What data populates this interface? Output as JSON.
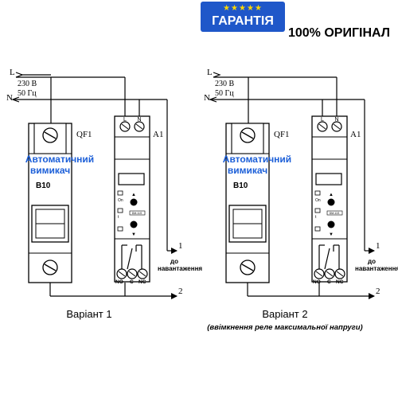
{
  "badge": {
    "stars": "★★★★★",
    "warranty": "ГАРАНТІЯ",
    "original": "100% ОРИГІНАЛ"
  },
  "colors": {
    "badge_blue": "#1f57c9",
    "star_yellow": "#ffd800",
    "breaker_text_blue": "#1c5fd8",
    "line": "#000000"
  },
  "variants": [
    {
      "line_L": "L",
      "line_N": "N",
      "voltage": "230 В",
      "frequency": "50 Гц",
      "breaker_ref": "QF1",
      "breaker_type_1": "Автоматичний",
      "breaker_type_2": "вимикач",
      "breaker_rating": "B10",
      "relay_ref": "A1",
      "relay_top_L": "L",
      "relay_top_N": "N",
      "relay_on": "On",
      "relay_t": "t",
      "relay_model": "DM-11S",
      "relay_no": "NO",
      "relay_c": "C",
      "relay_nc": "NC",
      "out_1": "1",
      "out_2": "2",
      "load_1": "до",
      "load_2": "навантаження",
      "caption": "Варіант 1",
      "subcaption": ""
    },
    {
      "line_L": "L",
      "line_N": "N",
      "voltage": "230 В",
      "frequency": "50 Гц",
      "breaker_ref": "QF1",
      "breaker_type_1": "Автоматичний",
      "breaker_type_2": "вимикач",
      "breaker_rating": "B10",
      "relay_ref": "A1",
      "relay_top_L": "L",
      "relay_top_N": "N",
      "relay_on": "On",
      "relay_t": "t",
      "relay_model": "DM-11S",
      "relay_no": "NO",
      "relay_c": "C",
      "relay_nc": "NC",
      "out_1": "1",
      "out_2": "2",
      "load_1": "до",
      "load_2": "навантаження",
      "caption": "Варіант 2",
      "subcaption": "(ввімкнення реле максимальної напруги)"
    }
  ]
}
